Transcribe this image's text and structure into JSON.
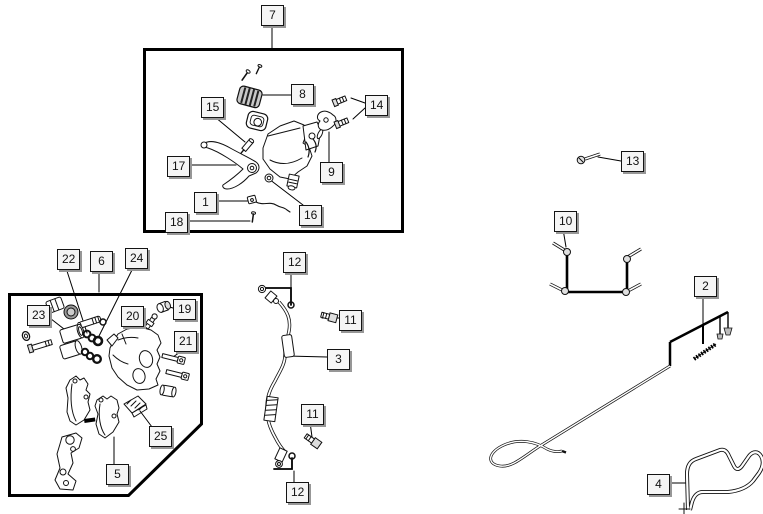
{
  "colors": {
    "background": "#ffffff",
    "line": "#111111",
    "label_fill": "#f5f5f5",
    "label_border": "#141414",
    "label_shadow": "#979797"
  },
  "drawings": [
    "master-cylinder-exploded-box",
    "brake-caliper-exploded-box",
    "brake-hose-assembly",
    "pipe-bracket-with-bolts",
    "single-bolt",
    "brake-cable-with-rod-linkage",
    "guard-bracket"
  ],
  "callouts": [
    {
      "num": "7"
    },
    {
      "num": "8"
    },
    {
      "num": "14"
    },
    {
      "num": "15"
    },
    {
      "num": "17"
    },
    {
      "num": "9"
    },
    {
      "num": "1"
    },
    {
      "num": "16"
    },
    {
      "num": "18"
    },
    {
      "num": "22"
    },
    {
      "num": "6"
    },
    {
      "num": "24"
    },
    {
      "num": "23"
    },
    {
      "num": "20"
    },
    {
      "num": "19"
    },
    {
      "num": "21"
    },
    {
      "num": "25"
    },
    {
      "num": "5"
    },
    {
      "num": "12"
    },
    {
      "num": "11"
    },
    {
      "num": "3"
    },
    {
      "num": "11"
    },
    {
      "num": "12"
    },
    {
      "num": "13"
    },
    {
      "num": "10"
    },
    {
      "num": "2"
    },
    {
      "num": "4"
    }
  ]
}
